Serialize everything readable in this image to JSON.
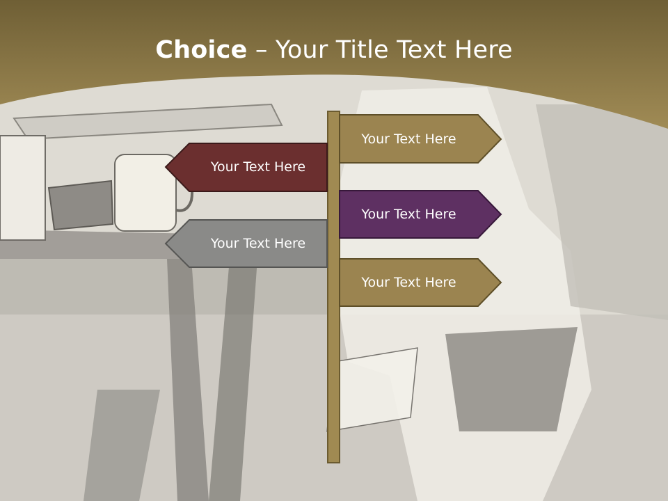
{
  "slide": {
    "title_bold": "Choice",
    "title_separator": " – ",
    "title_rest": "Your Title Text Here"
  },
  "signs": [
    {
      "label": "Your Text Here",
      "direction": "right",
      "color": "#9b8450"
    },
    {
      "label": "Your Text Here",
      "direction": "left",
      "color": "#6b2f2f"
    },
    {
      "label": "Your Text Here",
      "direction": "right",
      "color": "#5e3062"
    },
    {
      "label": "Your Text Here",
      "direction": "left",
      "color": "#8a8a88"
    },
    {
      "label": "Your Text Here",
      "direction": "right",
      "color": "#9b8450"
    }
  ],
  "colors": {
    "header_band": "#8f7a45",
    "post": "#a08a52",
    "background_photo_tint": "#d9d6cf"
  }
}
